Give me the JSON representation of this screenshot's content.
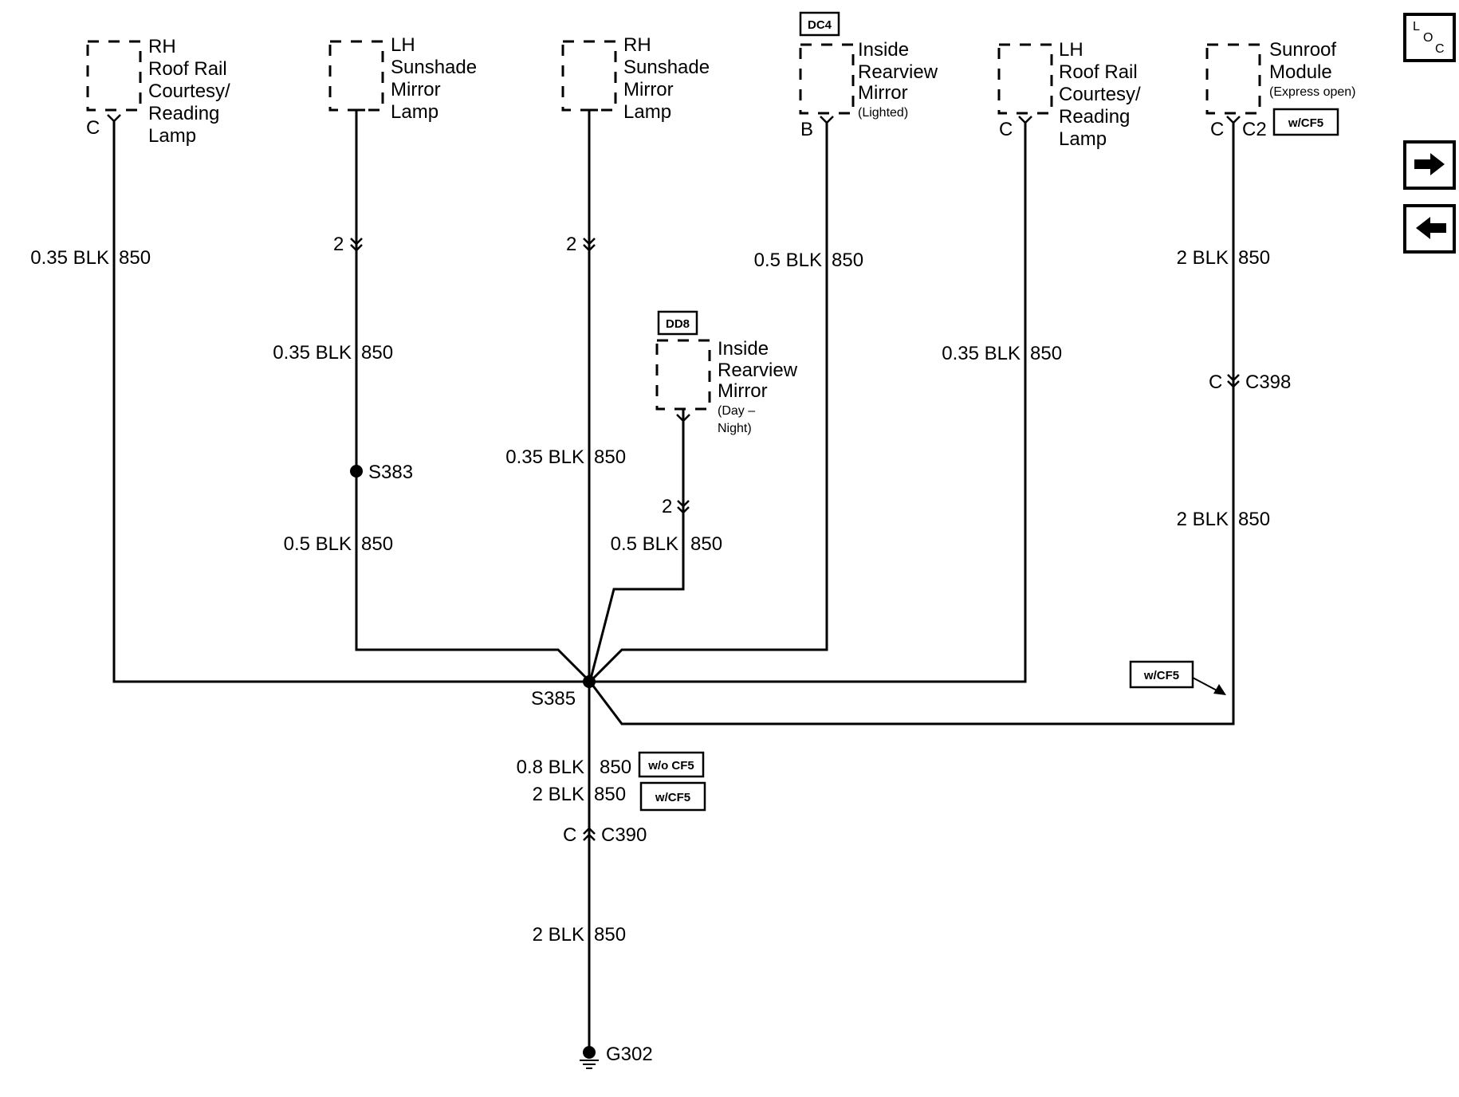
{
  "components": {
    "rh_roof_rail_lamp": [
      "RH",
      "Roof Rail",
      "Courtesy/",
      "Reading",
      "Lamp"
    ],
    "lh_sunshade_lamp": [
      "LH",
      "Sunshade",
      "Mirror",
      "Lamp"
    ],
    "rh_sunshade_lamp": [
      "RH",
      "Sunshade",
      "Mirror",
      "Lamp"
    ],
    "inside_mirror_lighted": [
      "Inside",
      "Rearview",
      "Mirror",
      "(Lighted)"
    ],
    "lh_roof_rail_lamp": [
      "LH",
      "Roof Rail",
      "Courtesy/",
      "Reading",
      "Lamp"
    ],
    "sunroof_module": [
      "Sunroof",
      "Module",
      "(Express open)"
    ],
    "inside_mirror_daynight": [
      "Inside",
      "Rearview",
      "Mirror",
      "(Day –",
      "Night)"
    ]
  },
  "option_tags": {
    "dc4": "DC4",
    "dd8": "DD8",
    "wcf5_top": "w/CF5",
    "wcf5_arrow": "w/CF5",
    "wocf5": "w/o CF5",
    "wcf5_ground": "w/CF5"
  },
  "pins": {
    "rh_roof": "C",
    "mirror_lighted": "B",
    "lh_roof": "C",
    "sunroof": "C",
    "sunroof_conn": "C2",
    "c398_pin": "C",
    "c390_pin": "C",
    "lh_sunshade_inline": "2",
    "rh_sunshade_inline": "2",
    "daynight_inline": "2"
  },
  "wires": {
    "rh_roof": {
      "size": "0.35 BLK",
      "circuit": "850"
    },
    "lh_sunshade_upper": {
      "size": "0.35 BLK",
      "circuit": "850"
    },
    "lh_sunshade_lower": {
      "size": "0.5 BLK",
      "circuit": "850"
    },
    "rh_sunshade": {
      "size": "0.35 BLK",
      "circuit": "850"
    },
    "daynight": {
      "size": "0.5 BLK",
      "circuit": "850"
    },
    "mirror_lighted": {
      "size": "0.5 BLK",
      "circuit": "850"
    },
    "lh_roof": {
      "size": "0.35 BLK",
      "circuit": "850"
    },
    "sunroof_upper": {
      "size": "2 BLK",
      "circuit": "850"
    },
    "sunroof_lower": {
      "size": "2 BLK",
      "circuit": "850"
    },
    "ground_a": {
      "size": "0.8 BLK",
      "circuit": "850"
    },
    "ground_b": {
      "size": "2 BLK",
      "circuit": "850"
    },
    "ground_c": {
      "size": "2 BLK",
      "circuit": "850"
    }
  },
  "splices": {
    "s383": "S383",
    "s385": "S385"
  },
  "connectors": {
    "c398": "C398",
    "c390": "C390"
  },
  "ground": {
    "g302": "G302"
  },
  "nav": {
    "loc": {
      "l": "L",
      "o": "O",
      "c": "C"
    },
    "next_icon": "arrow-right-icon",
    "prev_icon": "arrow-left-icon"
  }
}
